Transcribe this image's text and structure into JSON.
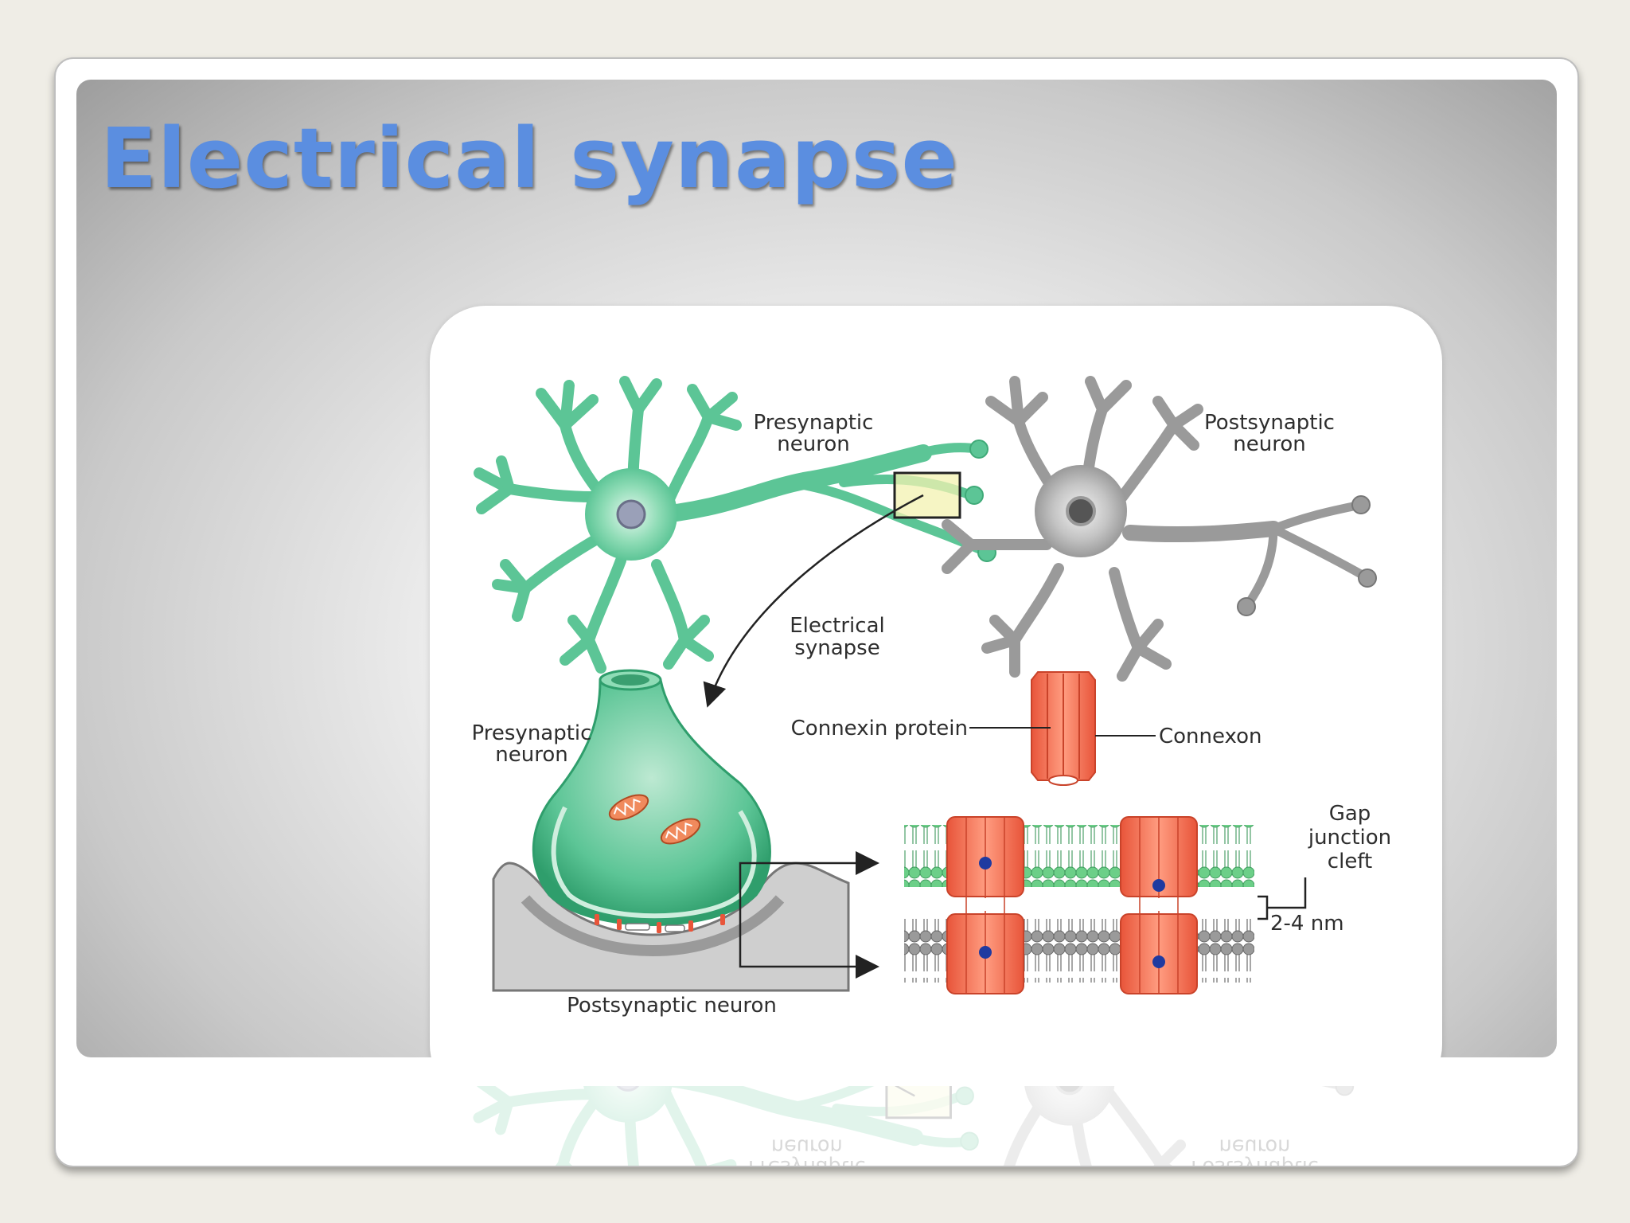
{
  "slide": {
    "title": "Electrical synapse"
  },
  "figure": {
    "labels": {
      "presynaptic_neuron_top_line1": "Presynaptic",
      "presynaptic_neuron_top_line2": "neuron",
      "postsynaptic_neuron_top_line1": "Postsynaptic",
      "postsynaptic_neuron_top_line2": "neuron",
      "electrical_synapse_line1": "Electrical",
      "electrical_synapse_line2": "synapse",
      "presynaptic_neuron_side_line1": "Presynaptic",
      "presynaptic_neuron_side_line2": "neuron",
      "connexin_protein": "Connexin protein",
      "connexon": "Connexon",
      "gap_line1": "Gap",
      "gap_line2": "junction",
      "gap_line3": "cleft",
      "gap_width": "2-4 nm",
      "postsynaptic_neuron_bottom": "Postsynaptic neuron"
    },
    "colors": {
      "presynaptic": "#5cc596",
      "presynaptic_dark": "#2f9e6c",
      "postsynaptic": "#9a9a9a",
      "connexin": "#f2785a",
      "lipid_green": "#6ccf88",
      "lipid_grey": "#8d8d8d",
      "ion": "#1f3aa0"
    }
  }
}
